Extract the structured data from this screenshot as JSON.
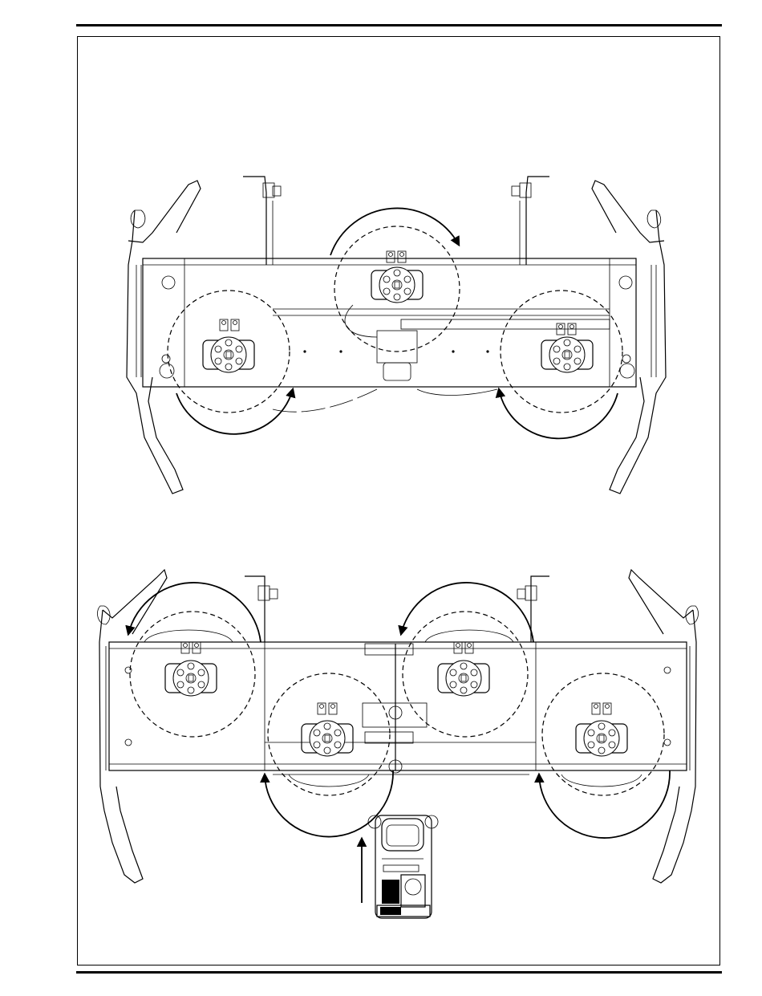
{
  "figure": {
    "kind": "technical-line-drawing",
    "views": [
      {
        "id": "three-brush-deck",
        "brush_count": 3,
        "rotation_arrows": 3
      },
      {
        "id": "four-brush-deck",
        "brush_count": 4,
        "rotation_arrows": 4
      }
    ],
    "direction_indicator": {
      "icon": "forward-arrow-icon",
      "vehicle": "machine-top-view-icon"
    }
  },
  "colors": {
    "line": "#000000",
    "background": "#ffffff"
  }
}
